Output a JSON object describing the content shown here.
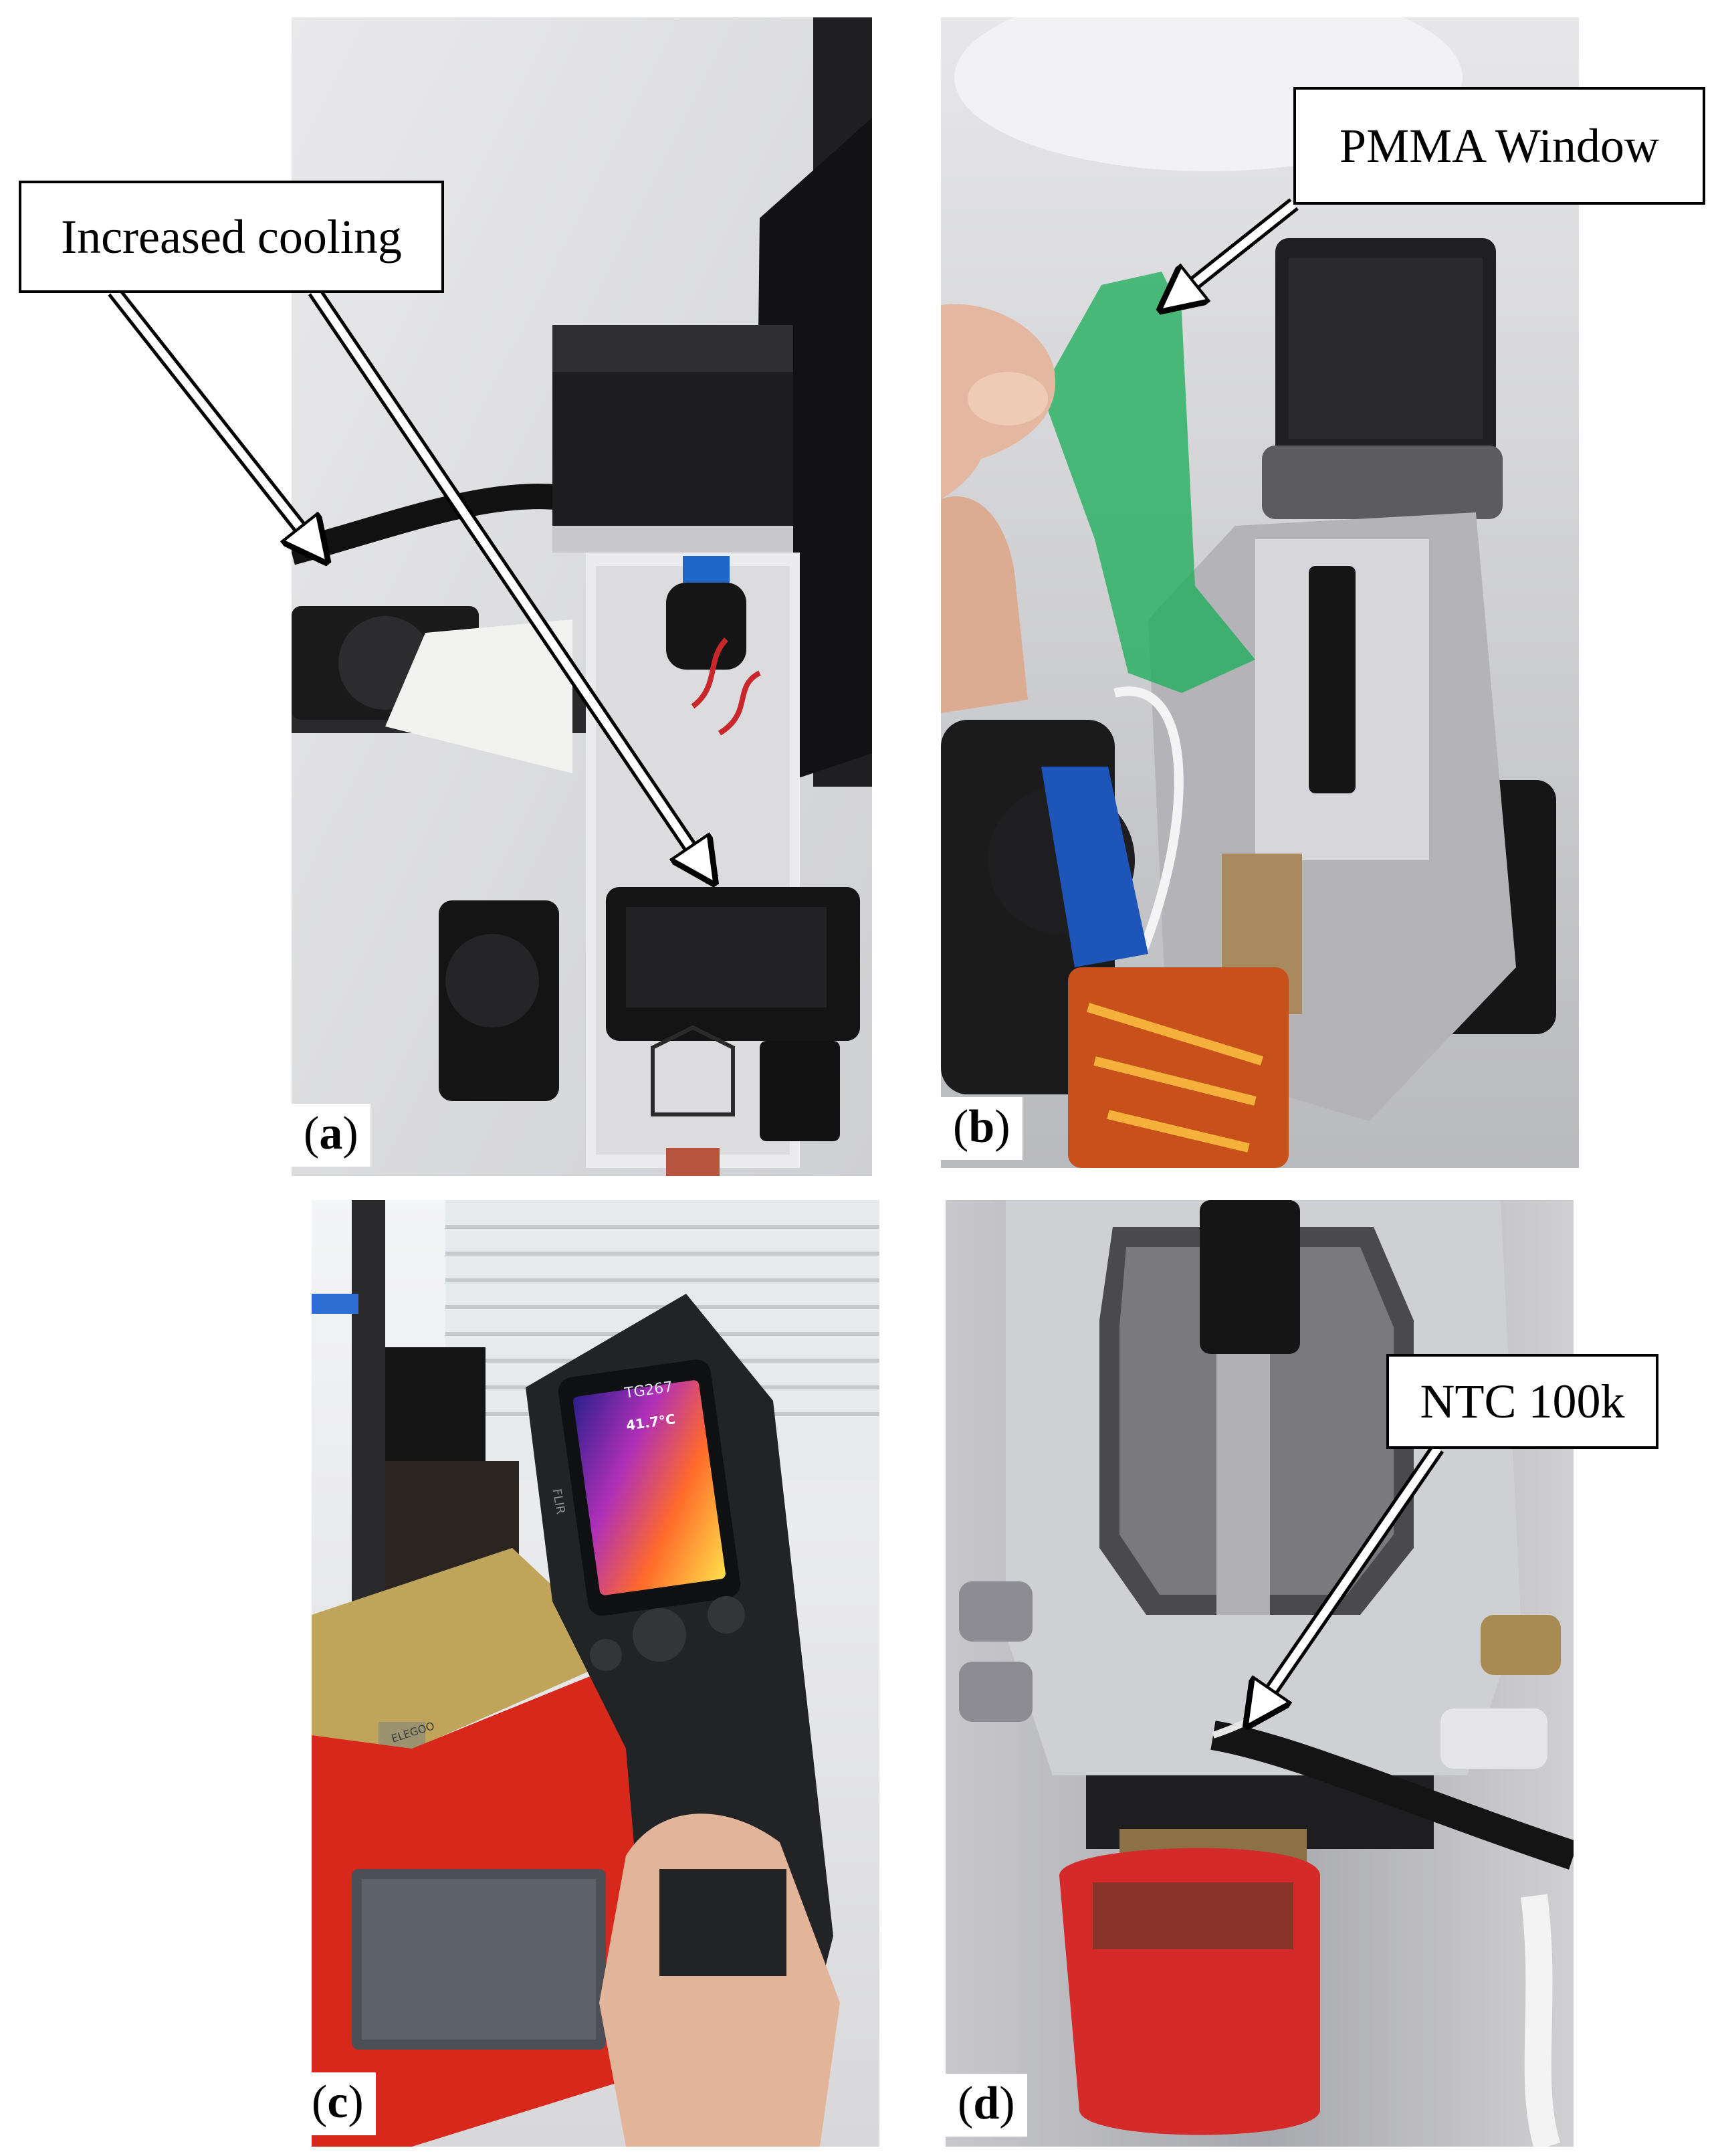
{
  "panels": {
    "a": {
      "letter": "a",
      "callout": "Increased cooling"
    },
    "b": {
      "letter": "b",
      "callout": "PMMA Window"
    },
    "c": {
      "letter": "c",
      "device_model": "TG267",
      "device_reading": "41.7°C",
      "brand_text": "FLIR",
      "bed_brand": "ELEGOO"
    },
    "d": {
      "letter": "d",
      "callout": "NTC 100k"
    }
  },
  "colors": {
    "pmma_green": "#1fae5c",
    "kapton_orange": "#c8501a",
    "silicone_red": "#d42a2a",
    "printer_red": "#d8281c",
    "label_border": "#000000"
  }
}
